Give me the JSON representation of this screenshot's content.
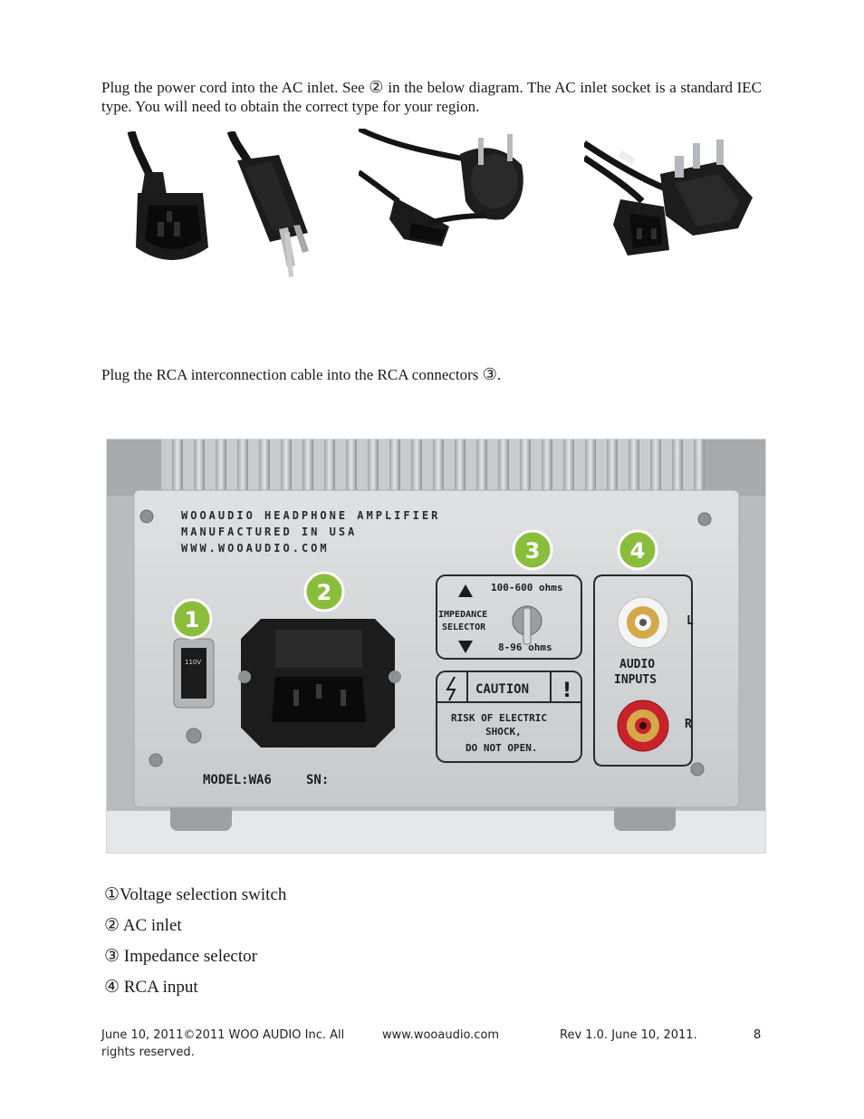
{
  "intro": {
    "part1": "Plug the power cord into the AC inlet. See",
    "marker": "②",
    "part2": "in the below diagram. The AC inlet socket is a standard IEC type. You will need to obtain the correct type for your region."
  },
  "rca_instruction": {
    "part1": "Plug the RCA interconnection cable into the RCA connectors",
    "marker": "③",
    "part2": "."
  },
  "panel": {
    "brand_line1": "WOOAUDIO  HEADPHONE  AMPLIFIER",
    "brand_line2": "MANUFACTURED IN USA",
    "brand_line3": "WWW.WOOAUDIO.COM",
    "switch_label": "110V",
    "impedance_high": "100-600 ohms",
    "impedance_label1": "IMPEDANCE",
    "impedance_label2": "SELECTOR",
    "impedance_low": "8-96 ohms",
    "caution": "CAUTION",
    "warn1": "RISK OF ELECTRIC",
    "warn2": "SHOCK,",
    "warn3": "DO NOT OPEN.",
    "audio1": "AUDIO",
    "audio2": "INPUTS",
    "left": "L",
    "right": "R",
    "model": "MODEL:WA6",
    "sn": "SN:",
    "badges": [
      "1",
      "2",
      "3",
      "4"
    ]
  },
  "legend": [
    {
      "marker": "①",
      "label": "Voltage selection switch"
    },
    {
      "marker": "②",
      "label": "AC inlet"
    },
    {
      "marker": "③",
      "label": "Impedance selector"
    },
    {
      "marker": "④",
      "label": "RCA input"
    }
  ],
  "footer": {
    "copyright_line1": "June 10, 2011©2011 WOO AUDIO  Inc. All",
    "copyright_line2": "rights reserved.",
    "website": "www.wooaudio.com",
    "revision": "Rev 1.0. June 10, 2011.",
    "page_number": "8"
  },
  "colors": {
    "badge_green": "#8bbd3c",
    "panel_silver": "#cfd2d3",
    "rca_red": "#c8232b",
    "rca_white": "#f2f2f2"
  }
}
